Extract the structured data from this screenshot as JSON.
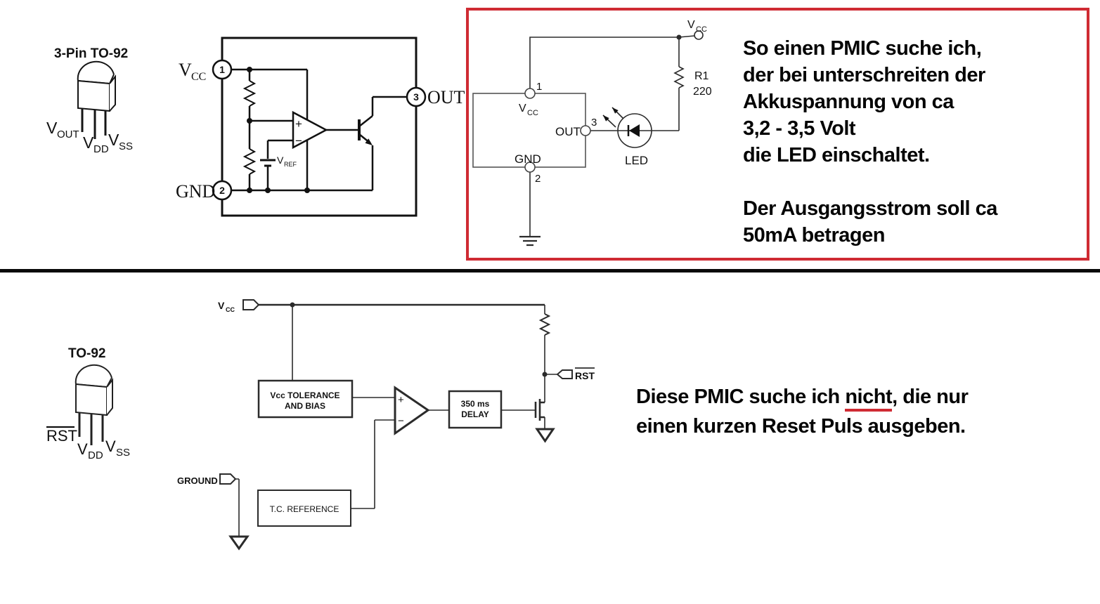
{
  "page": {
    "background": "#ffffff",
    "divider_color": "#0a0a0a"
  },
  "top_left": {
    "title": "3-Pin TO-92",
    "pin_labels": [
      {
        "base": "V",
        "sub": "OUT"
      },
      {
        "base": "V",
        "sub": "DD"
      },
      {
        "base": "V",
        "sub": "SS"
      }
    ]
  },
  "top_middle": {
    "vcc": {
      "base": "V",
      "sub": "CC"
    },
    "gnd": "GND",
    "out": "OUT",
    "pin1": "1",
    "pin2": "2",
    "pin3": "3",
    "plus": "+",
    "minus": "−",
    "vref": {
      "base": "V",
      "sub": "REF"
    }
  },
  "top_right": {
    "border_color": "#cf2b33",
    "vcc_terminal": {
      "base": "V",
      "sub": "CC"
    },
    "ic": {
      "pin1": "1",
      "pin1_label": {
        "base": "V",
        "sub": "CC"
      },
      "pin2": "2",
      "pin2_label": "GND",
      "pin3": "3",
      "pin3_label": "OUT"
    },
    "r1_name": "R1",
    "r1_value": "220",
    "led": "LED",
    "note_lines": [
      "So einen PMIC suche ich,",
      "der bei unterschreiten der",
      "Akkuspannung von ca",
      "3,2 - 3,5 Volt",
      "die LED einschaltet.",
      "",
      "Der Ausgangsstrom soll ca",
      "50mA betragen"
    ]
  },
  "bottom_left": {
    "title": "TO-92",
    "pin_labels": [
      {
        "base": "RST",
        "sub": ""
      },
      {
        "base": "V",
        "sub": "DD"
      },
      {
        "base": "V",
        "sub": "SS"
      }
    ]
  },
  "bottom_middle": {
    "vcc": {
      "base": "V",
      "sub": "CC"
    },
    "ground": "GROUND",
    "box_tolerance": {
      "line1": "Vcc TOLERANCE",
      "line2": "AND BIAS"
    },
    "box_delay": {
      "line1": "350 ms",
      "line2": "DELAY"
    },
    "box_reference": "T.C. REFERENCE",
    "rst": "RST",
    "plus": "+",
    "minus": "−"
  },
  "bottom_right": {
    "underline_color": "#cf2b33",
    "line1_pre": "Diese PMIC suche ich ",
    "line1_em": "nicht",
    "line1_post": ", die nur",
    "line2": "einen kurzen Reset Puls ausgeben."
  }
}
